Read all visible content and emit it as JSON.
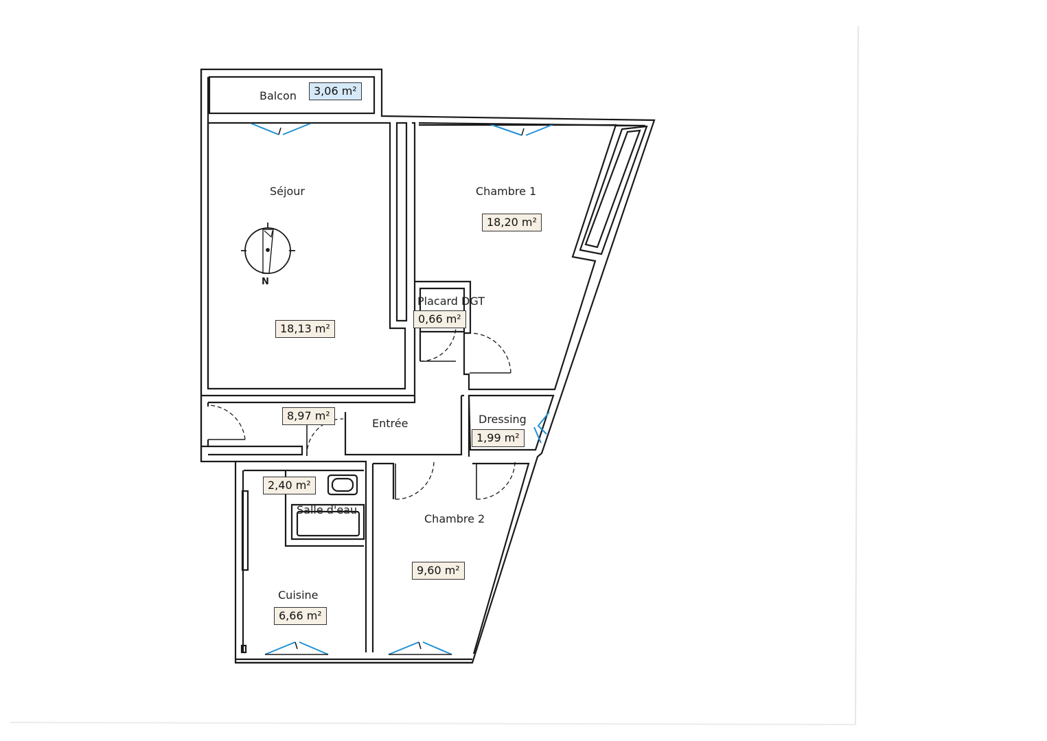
{
  "rooms": {
    "balcon": {
      "name": "Balcon",
      "area": "3,06 m²"
    },
    "sejour": {
      "name": "Séjour",
      "area": "18,13 m²"
    },
    "chambre1": {
      "name": "Chambre 1",
      "area": "18,20 m²"
    },
    "placard": {
      "name": "Placard DGT",
      "area": "0,66 m²"
    },
    "entree": {
      "name": "Entrée",
      "area": "8,97 m²"
    },
    "dressing": {
      "name": "Dressing",
      "area": "1,99 m²"
    },
    "salle_eau": {
      "name": "Salle d'eau",
      "area": "2,40 m²"
    },
    "chambre2": {
      "name": "Chambre 2",
      "area": "9,60 m²"
    },
    "cuisine": {
      "name": "Cuisine",
      "area": "6,66 m²"
    }
  },
  "compass": {
    "north_label": "N"
  },
  "colors": {
    "wall": "#1a1a1a",
    "window": "#1f8fd6",
    "area_bg": "#f5efe4",
    "balcon_area_bg": "#d6e9f8"
  }
}
